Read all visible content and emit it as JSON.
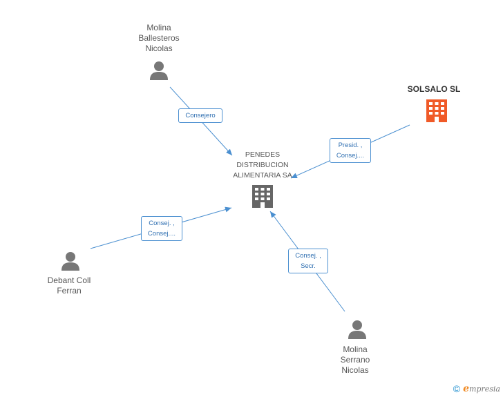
{
  "nodes": {
    "center": {
      "label": "PENEDES\nDISTRIBUCION\nALIMENTARIA SA"
    },
    "solsalo": {
      "label": "SOLSALO SL"
    },
    "ballesteros": {
      "label": "Molina\nBallesteros\nNicolas"
    },
    "debant": {
      "label": "Debant Coll\nFerran"
    },
    "serrano": {
      "label": "Molina\nSerrano\nNicolas"
    }
  },
  "edges": {
    "ballesteros": {
      "label": "Consejero"
    },
    "solsalo": {
      "label": "Presid. ,\nConsej...."
    },
    "debant": {
      "label": "Consej. ,\nConsej...."
    },
    "serrano": {
      "label": "Consej. ,\nSecr."
    }
  },
  "footer": {
    "copyright": "©",
    "brand_initial": "e",
    "brand_rest": "mpresia"
  },
  "colors": {
    "edge": "#4a8fd0",
    "person": "#777777",
    "company": "#666666",
    "company_highlight": "#f05a28"
  },
  "icons": {
    "person": "person-icon",
    "company": "building-icon"
  }
}
